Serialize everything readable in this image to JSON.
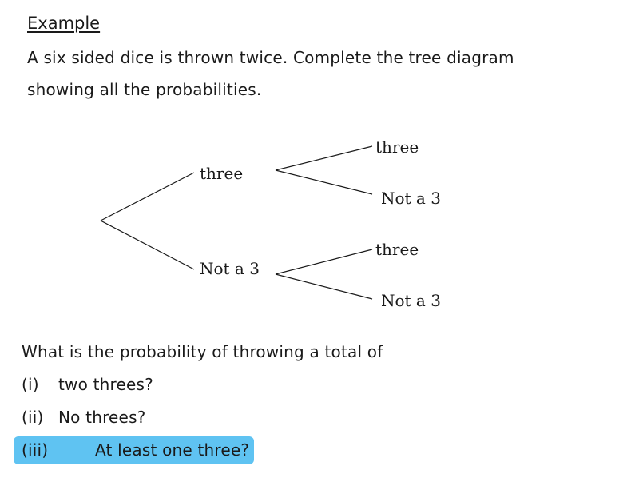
{
  "heading": "Example",
  "intro": {
    "line1": "A six sided dice is thrown twice. Complete the tree diagram",
    "line2": "showing all the probabilities."
  },
  "tree": {
    "first_top": "three",
    "first_bottom": "Not a 3",
    "second_top_a": "three",
    "second_top_b": "Not a 3",
    "second_bottom_a": "three",
    "second_bottom_b": "Not a 3"
  },
  "questions": {
    "intro": "What is the probability of throwing a total of",
    "items": [
      {
        "num": "(i)",
        "text": "two threes?"
      },
      {
        "num": "(ii)",
        "text": "No threes?"
      },
      {
        "num": "(iii)",
        "text": "At least one three?"
      }
    ],
    "highlight_color": "#5fc3f2"
  }
}
